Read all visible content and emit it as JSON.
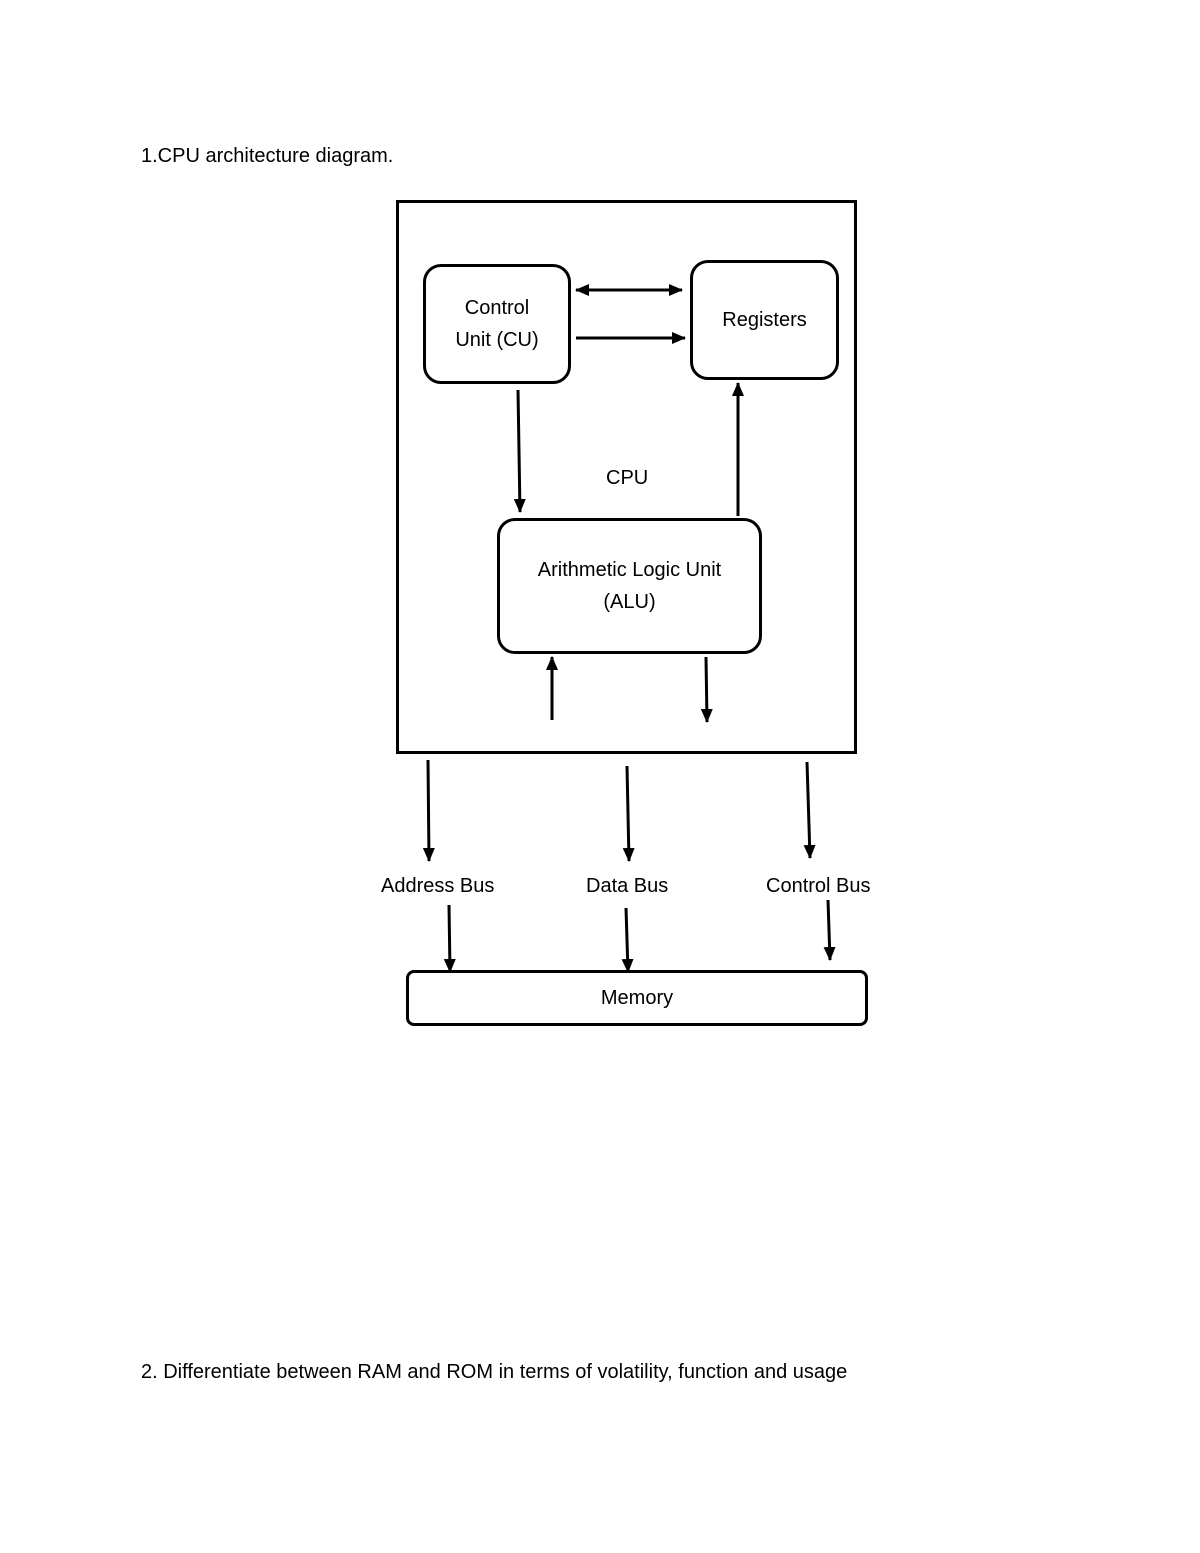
{
  "document": {
    "question_1": "1.CPU architecture diagram.",
    "question_2": "2. Differentiate between RAM and ROM in terms of volatility, function and usage"
  },
  "diagram": {
    "cpu_label": "CPU",
    "control_unit": "Control\nUnit (CU)",
    "registers": "Registers",
    "alu": "Arithmetic Logic Unit\n(ALU)",
    "memory": "Memory",
    "buses": {
      "address": "Address Bus",
      "data": "Data Bus",
      "control": "Control Bus"
    },
    "stroke_color": "#000000"
  }
}
